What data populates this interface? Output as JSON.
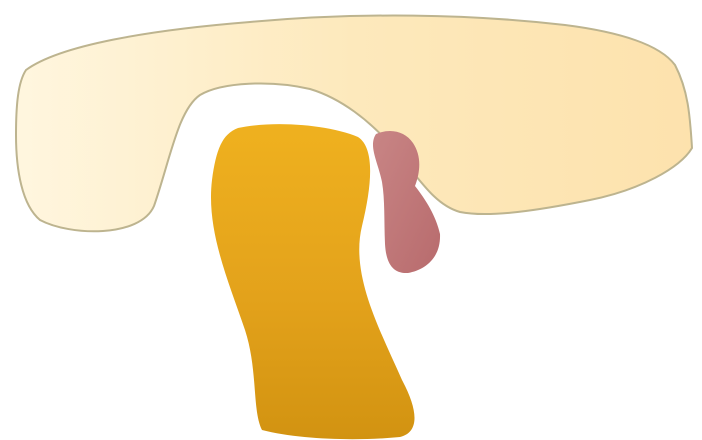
{
  "diagram": {
    "shapes": [
      {
        "name": "upper-curved-band",
        "fill": "#fde9bc",
        "stroke": "#bdb48f"
      },
      {
        "name": "yellow-blob",
        "fill": "#e3a21b"
      },
      {
        "name": "pink-blob",
        "fill": "#c57b7b"
      }
    ]
  }
}
